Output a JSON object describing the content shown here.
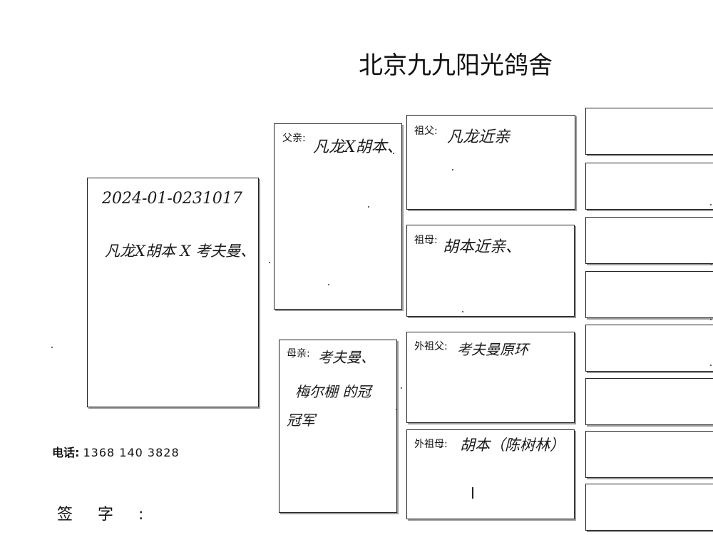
{
  "title": "北京九九阳光鸽舍",
  "subject": {
    "ring_number": "2024-01-0231017",
    "pedigree": "凡龙X胡本 X 考夫曼、"
  },
  "father": {
    "label": "父亲:",
    "value": "凡龙X胡本、"
  },
  "mother": {
    "label": "母亲:",
    "value": "考夫曼、",
    "note_line1": "梅尔棚 的冠",
    "note_line2": "冠军"
  },
  "grandfather": {
    "label": "祖父:",
    "value": "凡龙近亲"
  },
  "grandmother": {
    "label": "祖母:",
    "value": "胡本近亲、"
  },
  "maternal_grandfather": {
    "label": "外祖父:",
    "value": "考夫曼原环"
  },
  "maternal_grandmother": {
    "label": "外祖母:",
    "value": "胡本（陈树林）"
  },
  "phone": {
    "label": "电话:",
    "value": "1368 140 3828"
  },
  "signature": {
    "label": "签 字 :"
  }
}
